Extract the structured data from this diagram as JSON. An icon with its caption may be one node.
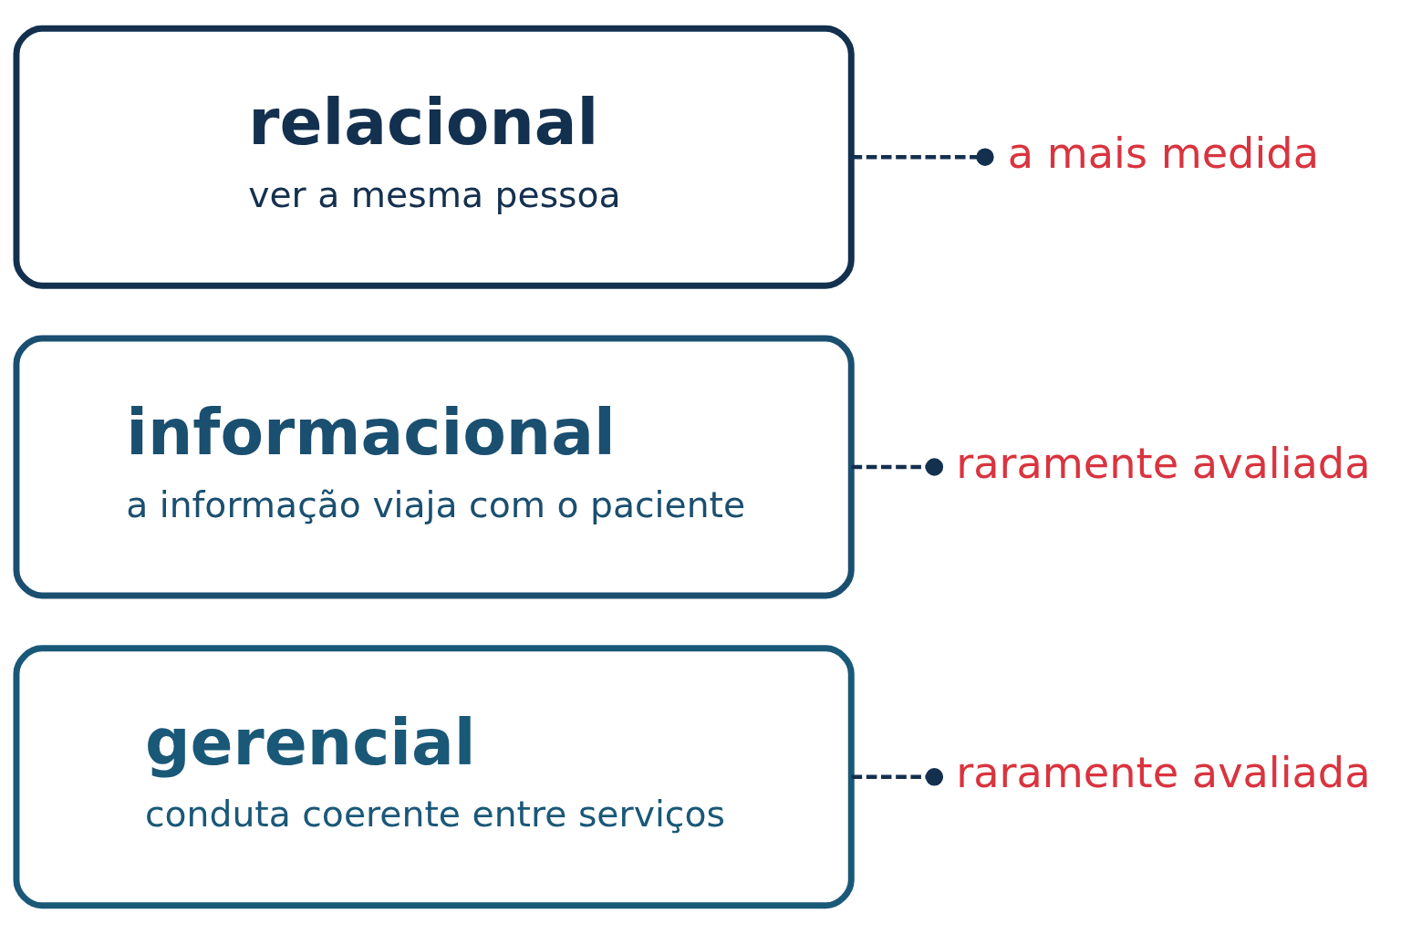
{
  "diagram": {
    "nodes": [
      {
        "text": [
          "relacional",
          "ver a mesma pessoa"
        ]
      },
      {
        "text": [
          "a mais medida"
        ]
      },
      {
        "text": [
          "informacional",
          "a informação viaja com o paciente"
        ]
      },
      {
        "text": [
          "raramente avaliada"
        ]
      },
      {
        "text": [
          "gerencial",
          "conduta coerente entre serviços"
        ]
      },
      {
        "text": [
          "raramente avaliada"
        ]
      }
    ],
    "edges": [
      {
        "from": 0,
        "to": 1,
        "arrow": "other",
        "style": "dashed"
      },
      {
        "from": 2,
        "to": 3,
        "arrow": "other",
        "style": "dashed"
      },
      {
        "from": 4,
        "to": 5,
        "arrow": "other",
        "style": "dashed"
      }
    ]
  }
}
